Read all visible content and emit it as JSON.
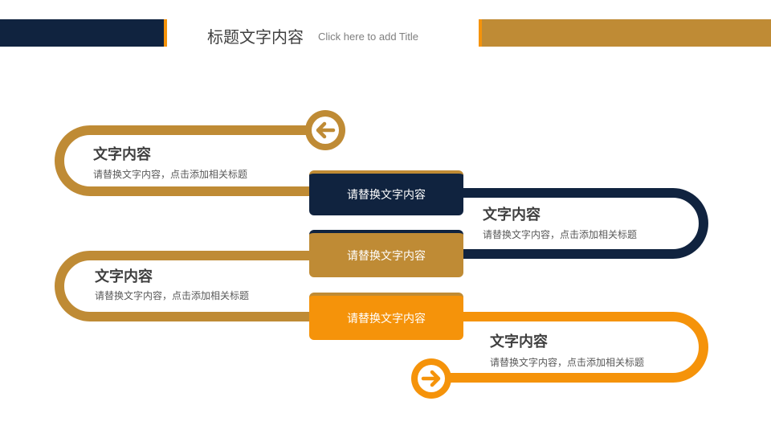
{
  "colors": {
    "navy": "#10233f",
    "gold": "#bf8b35",
    "orange": "#f5930a",
    "text_dark": "#3f3f3f",
    "text_gray": "#595959"
  },
  "header": {
    "title": "标题文字内容",
    "subtitle": "Click here to add Title"
  },
  "steps": [
    {
      "title": "文字内容",
      "desc": "请替换文字内容，点击添加相关标题"
    },
    {
      "title": "文字内容",
      "desc": "请替换文字内容，点击添加相关标题"
    },
    {
      "title": "文字内容",
      "desc": "请替换文字内容，点击添加相关标题"
    },
    {
      "title": "文字内容",
      "desc": "请替换文字内容，点击添加相关标题"
    }
  ],
  "boxes": [
    {
      "label": "请替换文字内容",
      "color": "navy"
    },
    {
      "label": "请替换文字内容",
      "color": "gold"
    },
    {
      "label": "请替换文字内容",
      "color": "orange"
    }
  ],
  "icons": {
    "start": "arrow-left-circle-icon",
    "end": "arrow-right-circle-icon"
  }
}
